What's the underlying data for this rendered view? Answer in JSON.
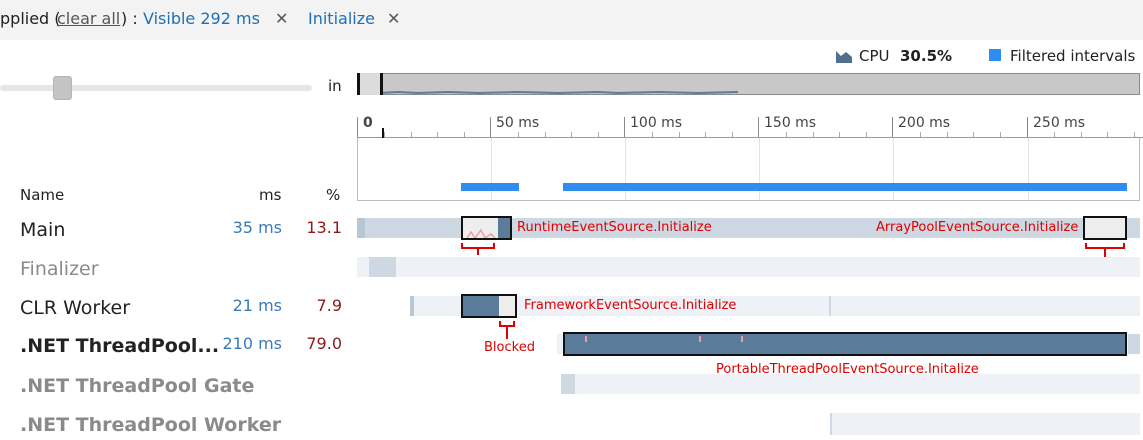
{
  "filter_bar": {
    "prefix": "pplied (",
    "clear_all": "clear all",
    "suffix": ") :",
    "chips": [
      {
        "label": "Visible 292 ms"
      },
      {
        "label": "Initialize"
      }
    ]
  },
  "zoom": {
    "label": "in"
  },
  "legend": {
    "cpu_label": "CPU",
    "cpu_value": "30.5%",
    "filtered_label": "Filtered intervals"
  },
  "axis": {
    "ticks": [
      "0",
      "50 ms",
      "100 ms",
      "150 ms",
      "200 ms",
      "250 ms"
    ]
  },
  "table": {
    "headers": {
      "name": "Name",
      "ms": "ms",
      "pct": "%"
    },
    "rows": [
      {
        "name": "Main",
        "ms": "35 ms",
        "pct": "13.1",
        "style": "normal"
      },
      {
        "name": "Finalizer",
        "ms": "",
        "pct": "",
        "style": "muted"
      },
      {
        "name": "CLR Worker",
        "ms": "21 ms",
        "pct": "7.9",
        "style": "normal"
      },
      {
        "name": ".NET ThreadPool...",
        "ms": "210 ms",
        "pct": "79.0",
        "style": "bold"
      },
      {
        "name": ".NET ThreadPool Gate",
        "ms": "",
        "pct": "",
        "style": "bold-muted"
      },
      {
        "name": ".NET ThreadPool Worker",
        "ms": "",
        "pct": "",
        "style": "bold-muted"
      }
    ]
  },
  "annotations": {
    "runtime": "RuntimeEventSource.Initialize",
    "arraypool": "ArrayPoolEventSource.Initialize",
    "framework": "FrameworkEventSource.Initialize",
    "portable": "PortableThreadPoolEventSource.Initalize",
    "blocked": "Blocked"
  },
  "colors": {
    "link": "#1f6fb2",
    "interval": "#2f8cf0",
    "cpu_track": "#cdd8e3",
    "thread_busy": "#5b7d9b",
    "annotation": "#e00000",
    "pct": "#8b1a1a"
  }
}
